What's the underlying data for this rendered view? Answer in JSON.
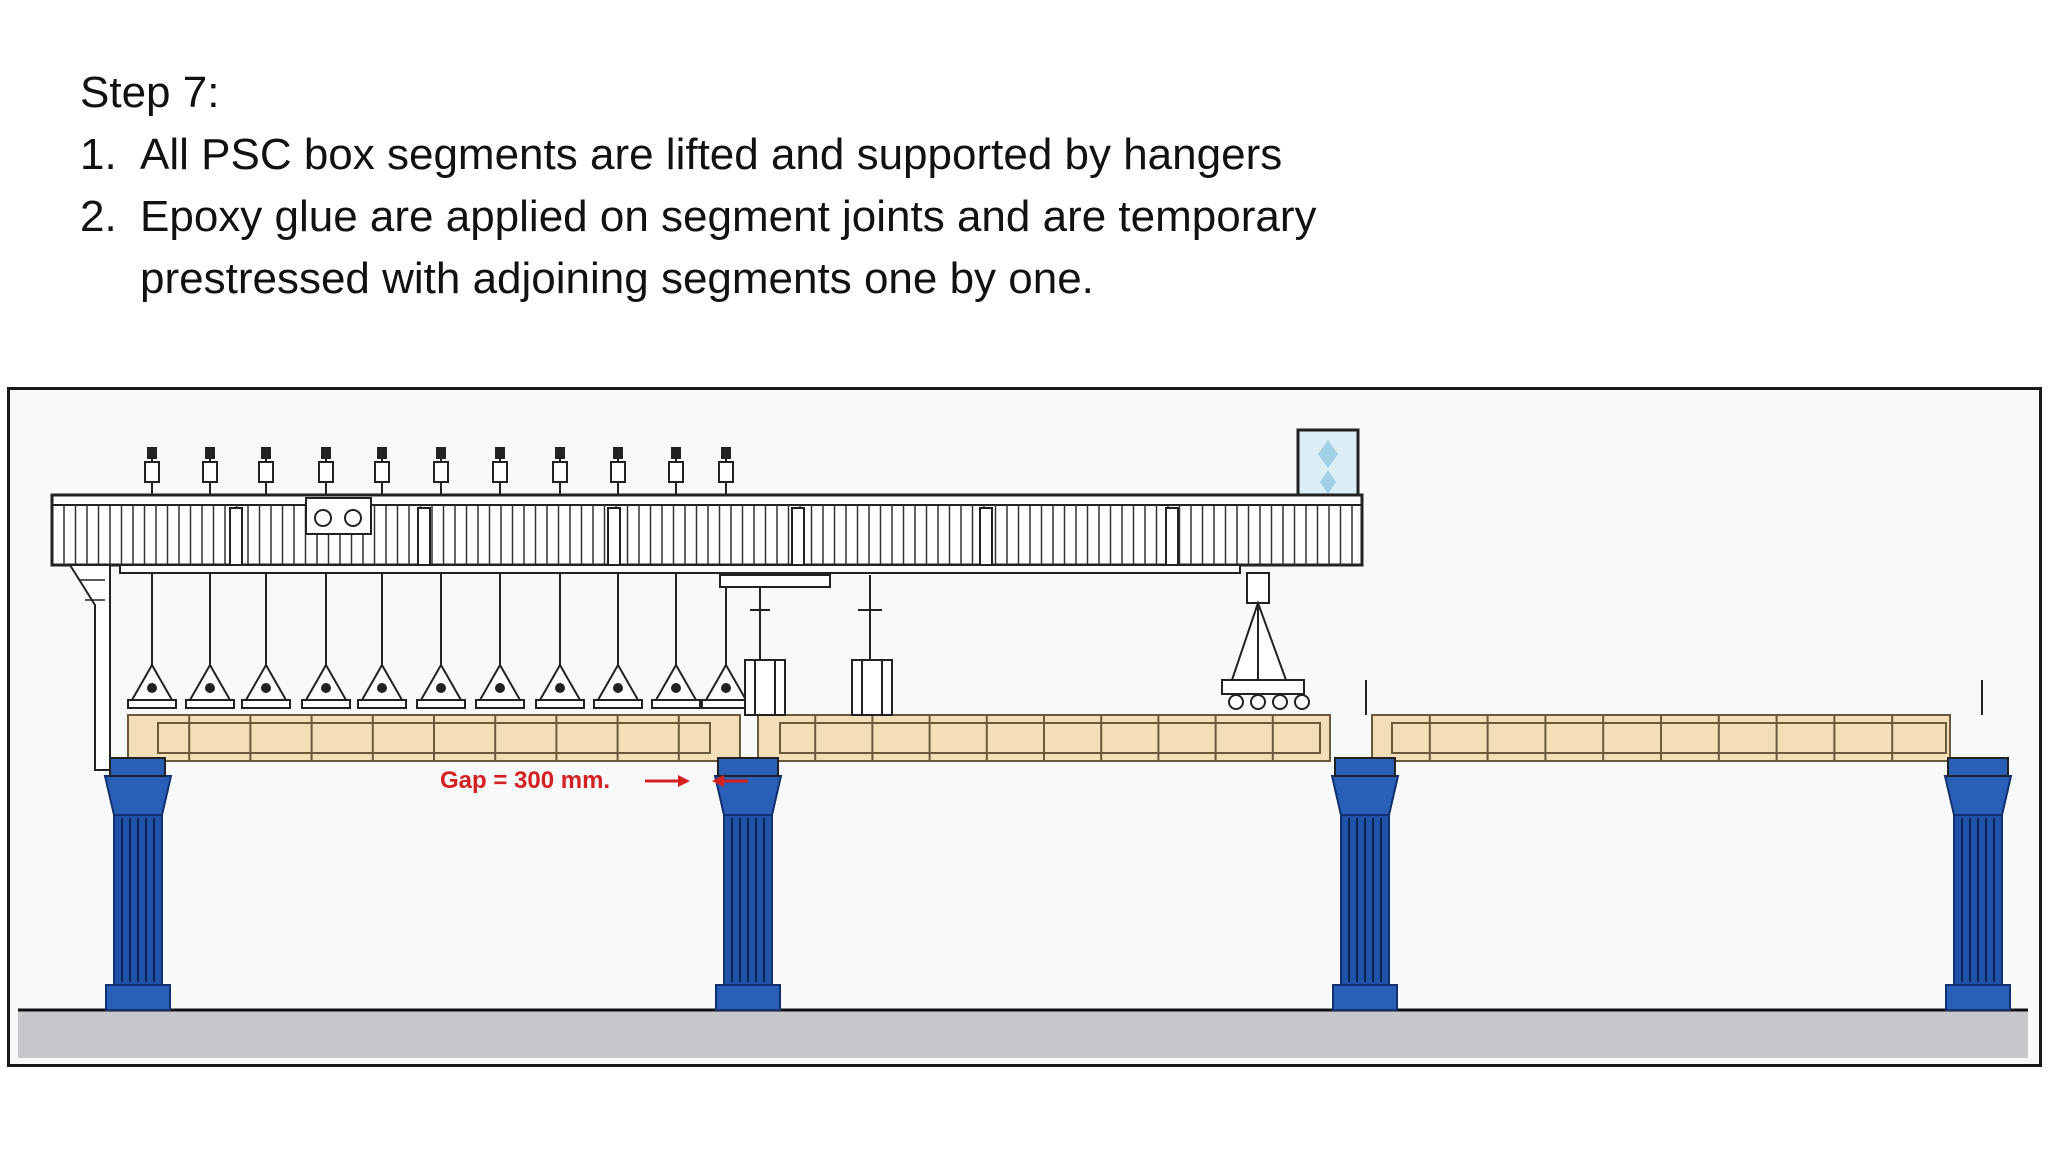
{
  "slide": {
    "step_title": "Step 7:",
    "items": [
      {
        "number": "1.",
        "text": "All PSC box segments are lifted and supported by hangers"
      },
      {
        "number": "2.",
        "text": "Epoxy glue are applied on segment joints and are temporary prestressed with adjoining segments one by one."
      }
    ]
  },
  "diagram": {
    "gap_label": "Gap = 300 mm.",
    "colors": {
      "pier": "#1f52a8",
      "pier_dark": "#10306e",
      "segment": "#f2dfb8",
      "segment_stroke": "#6a5a3a",
      "gantry": "#ffffff",
      "gantry_stroke": "#222222",
      "ground": "#c6c8cc",
      "gap_annotation": "#d42020"
    },
    "icons": [
      "gantry-girder-icon",
      "hanger-icon",
      "pier-icon",
      "gap-arrow-icon"
    ]
  }
}
